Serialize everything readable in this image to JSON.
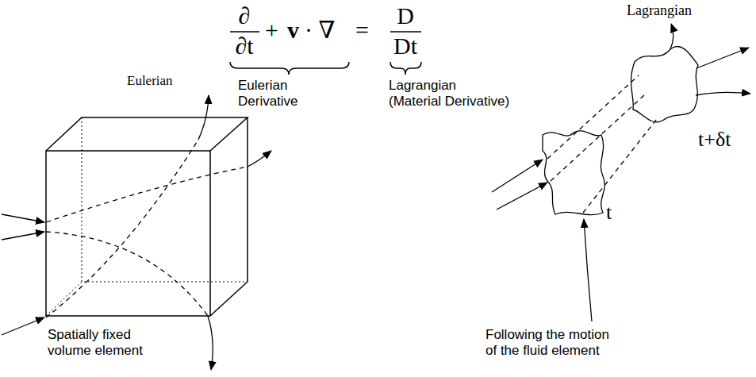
{
  "diagram": {
    "labels": [
      "Eulerian",
      "∂",
      "∂t",
      "+",
      "v",
      "· ∇",
      "=",
      "D",
      "Dt",
      "Eulerian Derivative",
      "Lagrangian (Material Derivative)",
      "Lagrangian",
      "t+δt",
      "t",
      "Spatially fixed volume element",
      "Following the motion of the fluid element"
    ]
  }
}
